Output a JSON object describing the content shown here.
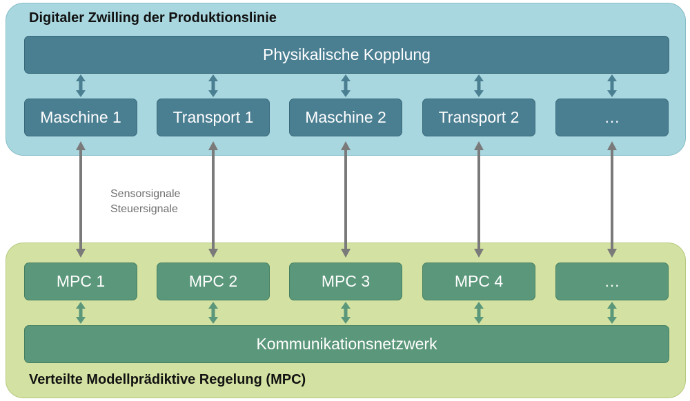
{
  "top_panel": {
    "title": "Digitaler Zwilling der Produktionslinie",
    "bus_label": "Physikalische Kopplung",
    "units": [
      "Maschine 1",
      "Transport 1",
      "Maschine 2",
      "Transport 2",
      "…"
    ]
  },
  "bottom_panel": {
    "title": "Verteilte Modellprädiktive Regelung (MPC)",
    "bus_label": "Kommunikationsnetzwerk",
    "units": [
      "MPC 1",
      "MPC 2",
      "MPC 3",
      "MPC 4",
      "…"
    ]
  },
  "signals": {
    "line1": "Sensorsignale",
    "line2": "Steuersignale"
  },
  "colors": {
    "top_panel": "#a9d7df",
    "bottom_panel": "#d3e2a2",
    "top_box": "#4a7e91",
    "bottom_box": "#5b977a",
    "signal_arrow": "#7a7a7a"
  }
}
